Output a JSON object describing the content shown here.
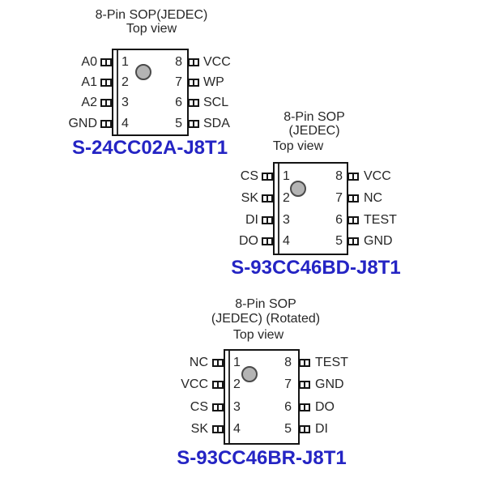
{
  "styles": {
    "page_bg": "#ffffff",
    "text_color": "#272727",
    "chip_border": "#141414",
    "chip_fill": "#ffffff",
    "stripe_color": "#2e2e2e",
    "dot_fill": "#b4b4b4",
    "dot_border": "#4a4a4a",
    "accent_blue": "#2424c4"
  },
  "diagrams": [
    {
      "title_lines": [
        "8-Pin SOP(JEDEC)",
        "Top view"
      ],
      "part_number": "S-24CC02A-J8T1",
      "left_pins": [
        {
          "number": "1",
          "label": "A0"
        },
        {
          "number": "2",
          "label": "A1"
        },
        {
          "number": "3",
          "label": "A2"
        },
        {
          "number": "4",
          "label": "GND"
        }
      ],
      "right_pins": [
        {
          "number": "8",
          "label": "VCC"
        },
        {
          "number": "7",
          "label": "WP"
        },
        {
          "number": "6",
          "label": "SCL"
        },
        {
          "number": "5",
          "label": "SDA"
        }
      ]
    },
    {
      "title_lines": [
        "8-Pin SOP",
        "(JEDEC)",
        "Top view"
      ],
      "part_number": "S-93CC46BD-J8T1",
      "left_pins": [
        {
          "number": "1",
          "label": "CS"
        },
        {
          "number": "2",
          "label": "SK"
        },
        {
          "number": "3",
          "label": "DI"
        },
        {
          "number": "4",
          "label": "DO"
        }
      ],
      "right_pins": [
        {
          "number": "8",
          "label": "VCC"
        },
        {
          "number": "7",
          "label": "NC"
        },
        {
          "number": "6",
          "label": "TEST"
        },
        {
          "number": "5",
          "label": "GND"
        }
      ]
    },
    {
      "title_lines": [
        "8-Pin SOP",
        "(JEDEC) (Rotated)",
        "Top view"
      ],
      "part_number": "S-93CC46BR-J8T1",
      "left_pins": [
        {
          "number": "1",
          "label": "NC"
        },
        {
          "number": "2",
          "label": "VCC"
        },
        {
          "number": "3",
          "label": "CS"
        },
        {
          "number": "4",
          "label": "SK"
        }
      ],
      "right_pins": [
        {
          "number": "8",
          "label": "TEST"
        },
        {
          "number": "7",
          "label": "GND"
        },
        {
          "number": "6",
          "label": "DO"
        },
        {
          "number": "5",
          "label": "DI"
        }
      ]
    }
  ]
}
